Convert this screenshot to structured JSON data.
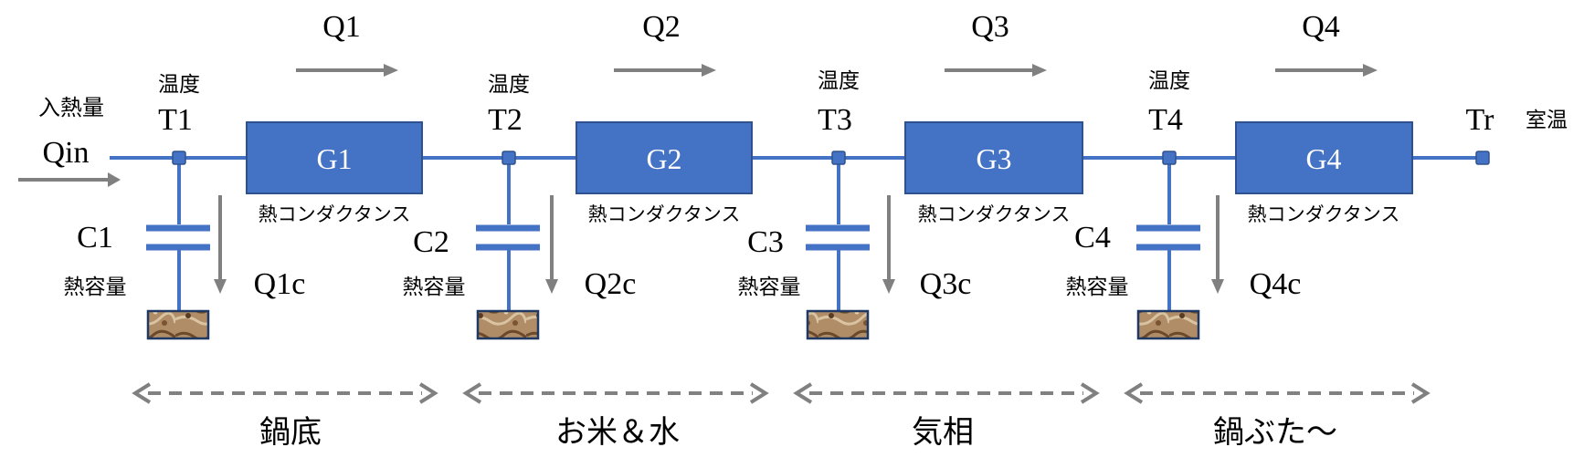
{
  "input": {
    "label_jp": "入熱量",
    "label": "Qin"
  },
  "output": {
    "label": "Tr",
    "label_jp": "室温"
  },
  "temperature_label": "温度",
  "conductance_label": "熱コンダクタンス",
  "capacity_label": "熱容量",
  "stages": [
    {
      "node": "T1",
      "conductance": "G1",
      "capacitor": "C1",
      "flow": "Q1",
      "cap_flow": "Q1c"
    },
    {
      "node": "T2",
      "conductance": "G2",
      "capacitor": "C2",
      "flow": "Q2",
      "cap_flow": "Q2c"
    },
    {
      "node": "T3",
      "conductance": "G3",
      "capacitor": "C3",
      "flow": "Q3",
      "cap_flow": "Q3c"
    },
    {
      "node": "T4",
      "conductance": "G4",
      "capacitor": "C4",
      "flow": "Q4",
      "cap_flow": "Q4c"
    }
  ],
  "regions": [
    "鍋底",
    "お米＆水",
    "気相",
    "鍋ぶた〜"
  ],
  "colors": {
    "wire": "#4472c4",
    "box_fill": "#4472c4",
    "box_stroke": "#2f528f",
    "arrow": "#808080",
    "ground": "#a98560",
    "text": "#000000"
  }
}
